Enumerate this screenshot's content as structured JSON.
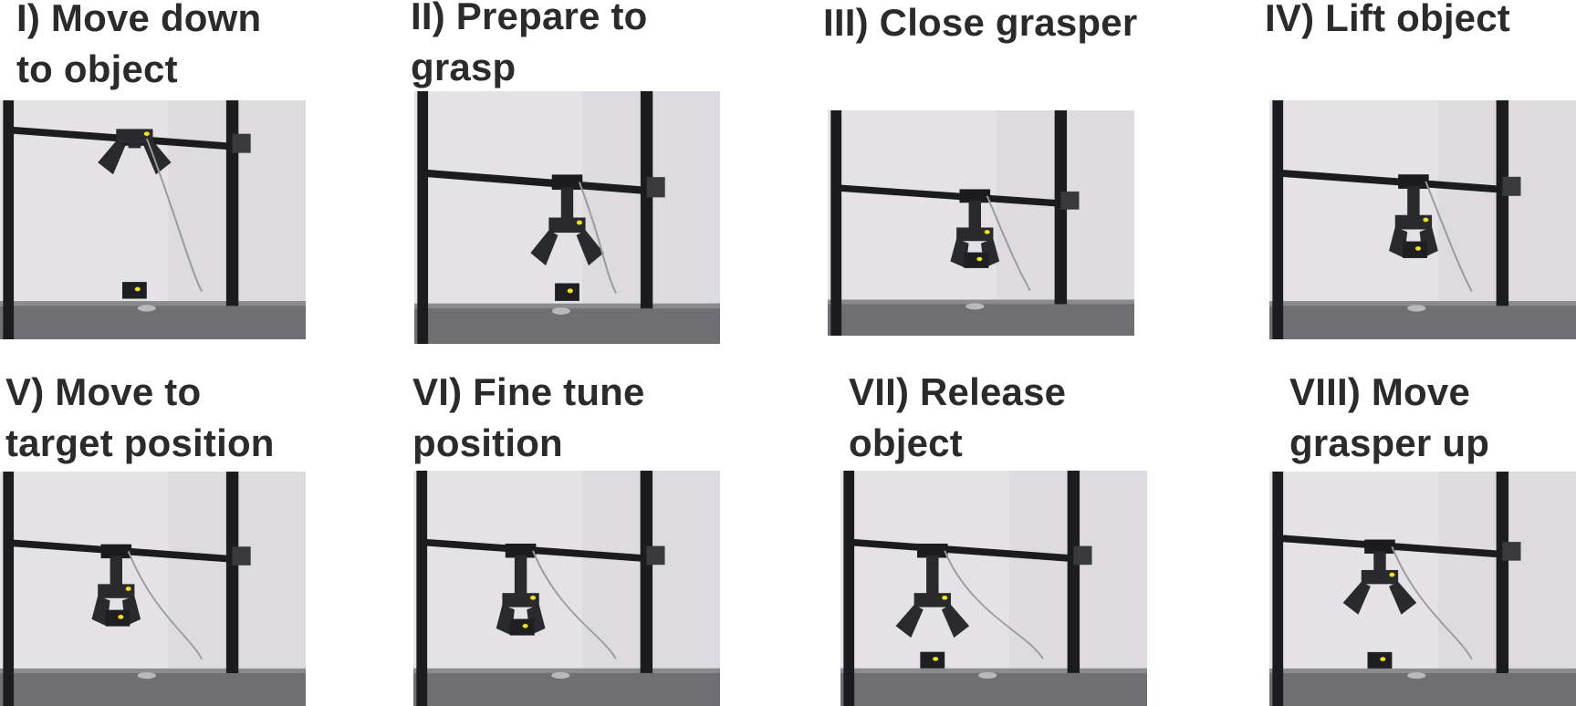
{
  "panels": [
    {
      "label_line1": "I) Move down",
      "label_line2": "to object",
      "state": "above",
      "block": "table"
    },
    {
      "label_line1": "II) Prepare to",
      "label_line2": "grasp",
      "state": "open-low",
      "block": "table"
    },
    {
      "label_line1": "III) Close grasper",
      "label_line2": "",
      "state": "closed-low",
      "block": "held"
    },
    {
      "label_line1": "IV) Lift object",
      "label_line2": "",
      "state": "closed-lifted",
      "block": "held"
    },
    {
      "label_line1": "V) Move to",
      "label_line2": "target position",
      "state": "moved-left",
      "block": "held"
    },
    {
      "label_line1": "VI) Fine tune",
      "label_line2": "position",
      "state": "fine-tune",
      "block": "held"
    },
    {
      "label_line1": "VII) Release",
      "label_line2": "object",
      "state": "release",
      "block": "dropped"
    },
    {
      "label_line1": "VIII) Move",
      "label_line2": "grasper up",
      "state": "up",
      "block": "dropped"
    }
  ],
  "colors": {
    "label": "#2b2b2b",
    "wall": "#e4e2e5",
    "frame": "#1c1c1e",
    "gripper": "#2a2a2c",
    "marker": "#f2e21a",
    "table": "#6f6f73"
  }
}
